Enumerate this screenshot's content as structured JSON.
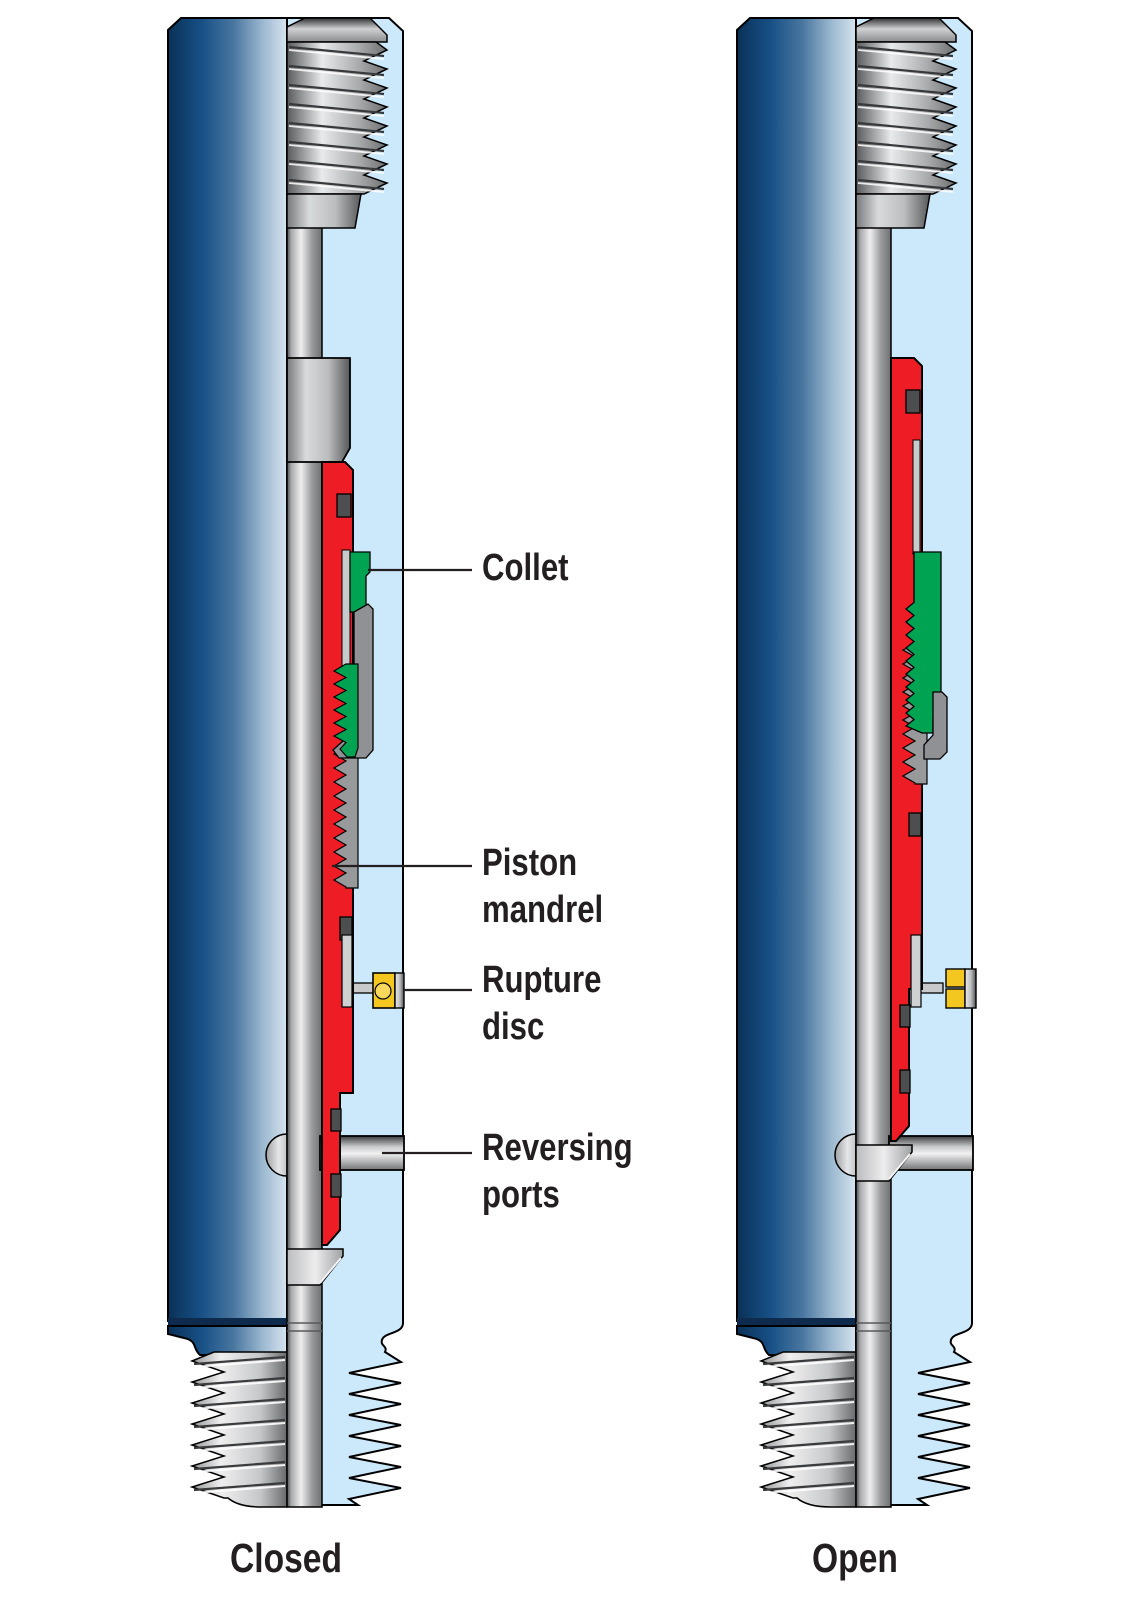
{
  "captions": {
    "closed": "Closed",
    "open": "Open"
  },
  "labels": [
    {
      "lines": [
        "Collet"
      ]
    },
    {
      "lines": [
        "Piston",
        "mandrel"
      ]
    },
    {
      "lines": [
        "Rupture",
        "disc"
      ]
    },
    {
      "lines": [
        "Reversing",
        "ports"
      ]
    }
  ],
  "colors": {
    "background": "#ffffff",
    "outline": "#000000",
    "label_text": "#231f20",
    "body_blue_dark": "#0a3157",
    "body_blue_mid": "#175086",
    "body_blue_light": "#d6e4ef",
    "section_blue": "#cbe9fb",
    "piston_red": "#ee1c25",
    "collet_green": "#00a351",
    "rupture_disc_yellow": "#f3c71f",
    "rupture_disc_center": "#f7d75c",
    "seal_gray": "#4d4e50",
    "metal_light": "#ececed",
    "metal_mid": "#939598",
    "metal_dark": "#404143"
  }
}
